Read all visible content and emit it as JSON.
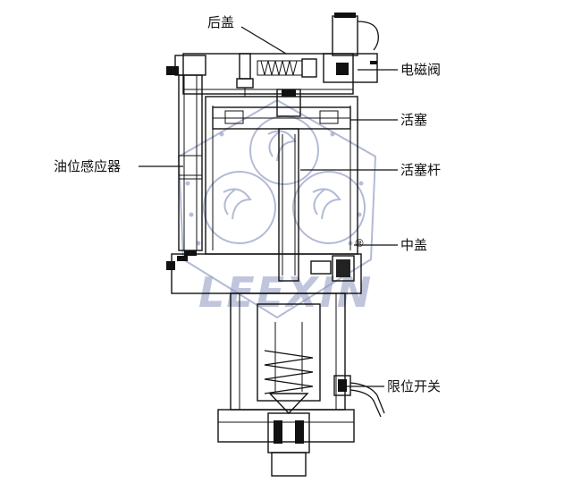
{
  "labels": {
    "rear_cover": "后盖",
    "solenoid_valve": "电磁阀",
    "piston": "活塞",
    "oil_level_sensor": "油位感应器",
    "piston_rod": "活塞杆",
    "middle_cover": "中盖",
    "limit_switch": "限位开关"
  },
  "watermark": {
    "text": "LEEXIN",
    "mark": "®",
    "color": "#9aa3c7"
  }
}
